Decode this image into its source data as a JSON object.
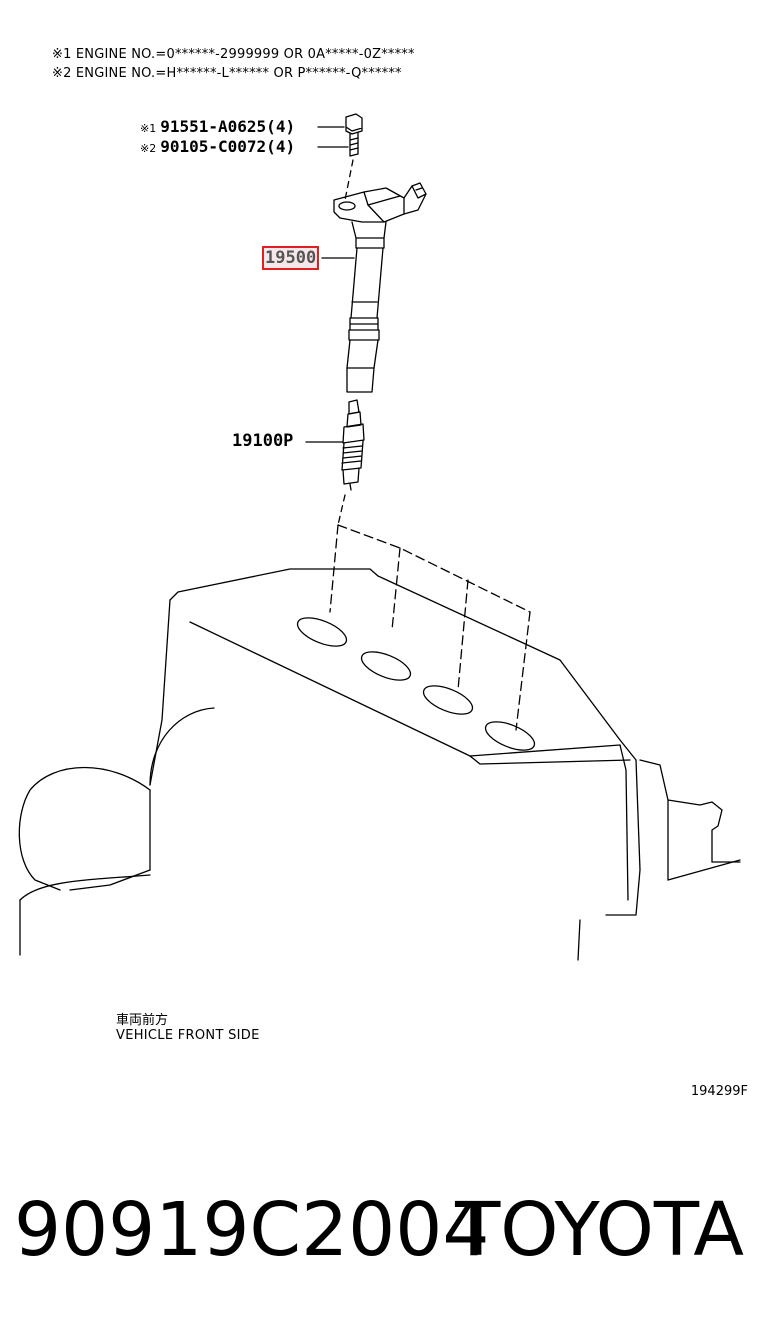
{
  "notes": {
    "note1": "※1 ENGINE NO.=0******-2999999 OR 0A*****-0Z*****",
    "note2": "※2 ENGINE NO.=H******-L****** OR P******-Q******"
  },
  "callouts": {
    "bolt1_mark": "※1",
    "bolt1_part": "91551-A0625(4)",
    "bolt2_mark": "※2",
    "bolt2_part": "90105-C0072(4)",
    "coil_part": "19500",
    "plug_part": "19100P"
  },
  "direction": {
    "japanese": "車両前方",
    "english": "VEHICLE FRONT SIDE"
  },
  "reference_code": "194299F",
  "footer": {
    "part_number": "90919C2004",
    "brand": "TOYOTA"
  },
  "colors": {
    "highlight_border": "#e02020",
    "highlight_fill": "#f6e8ea",
    "line": "#000000"
  }
}
